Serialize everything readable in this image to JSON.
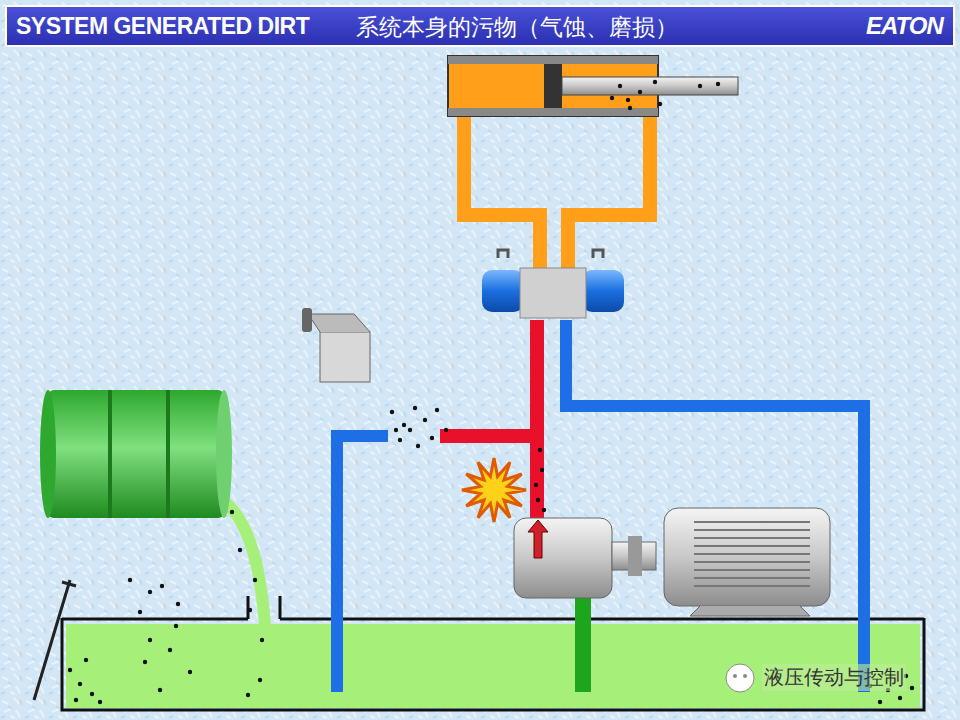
{
  "diagram": {
    "title": "SYSTEM GENERATED DIRT",
    "labels": [
      "系统本身的污物（气蚀、磨损）",
      "EATON",
      "液压传动与控制"
    ]
  }
}
